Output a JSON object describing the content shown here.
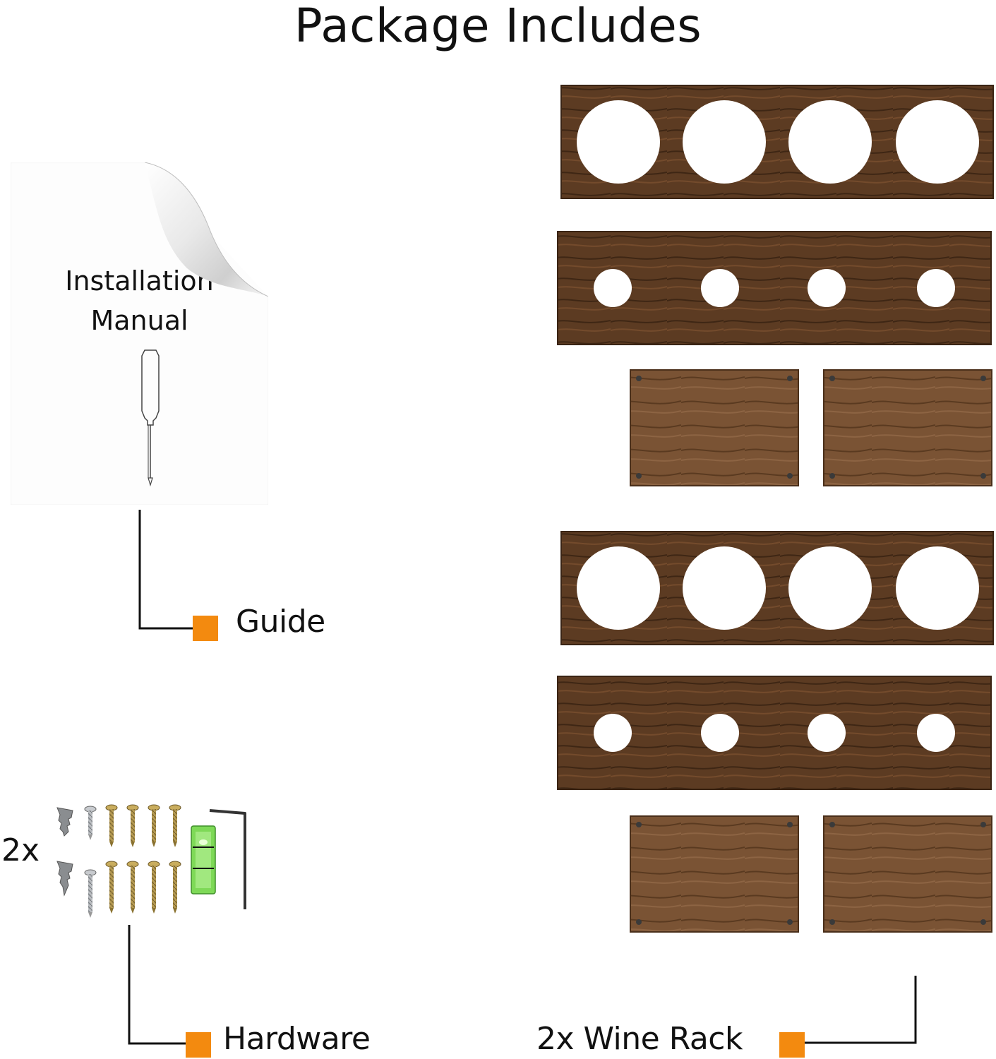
{
  "title": "Package Includes",
  "manual": {
    "line1": "Installation",
    "line2": "Manual",
    "icon": "screwdriver-icon"
  },
  "labels": {
    "guide": "Guide",
    "hardware": "Hardware",
    "wine_rack": "2x Wine Rack",
    "hardware_count": "2x"
  },
  "colors": {
    "marker": "#f38a0f",
    "wood": "#5a3a22",
    "wood_light": "#7a5334",
    "leader_line": "#111111"
  }
}
